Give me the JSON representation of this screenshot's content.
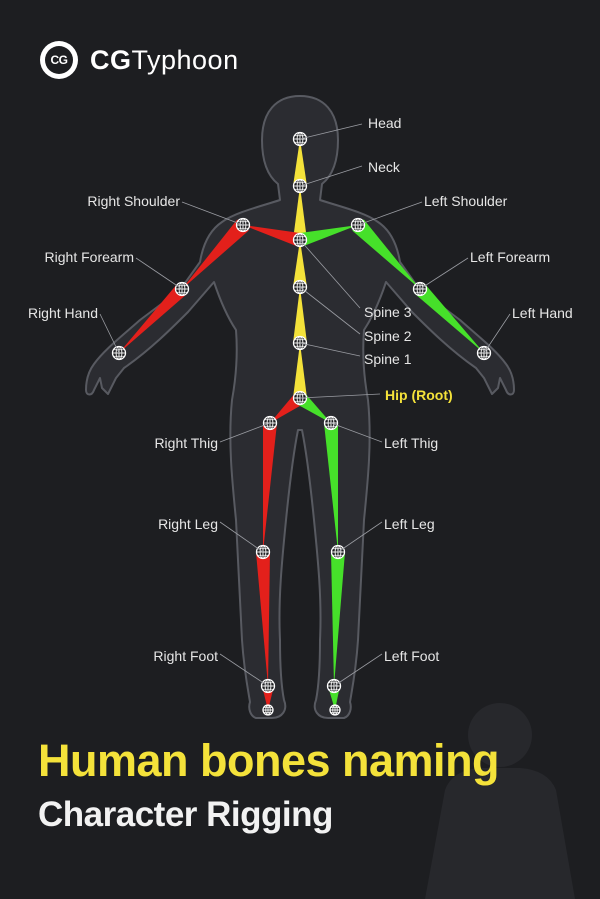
{
  "brand": {
    "prefix": "CG",
    "suffix": "Typhoon",
    "logo_text": "CG"
  },
  "title": "Human bones naming",
  "subtitle": "Character Rigging",
  "colors": {
    "background": "#1d1e21",
    "silhouette": "#2b2c31",
    "outline": "#585a61",
    "spine": "#f4e23a",
    "right": "#e3201b",
    "left": "#46e02a",
    "title": "#f4e23a",
    "label": "#e6e6e6",
    "hip_label": "#f4e23a"
  },
  "joints": [
    {
      "id": "head",
      "label": "Head"
    },
    {
      "id": "neck",
      "label": "Neck"
    },
    {
      "id": "right_shoulder",
      "label": "Right Shoulder"
    },
    {
      "id": "left_shoulder",
      "label": "Left Shoulder"
    },
    {
      "id": "right_forearm",
      "label": "Right Forearm"
    },
    {
      "id": "left_forearm",
      "label": "Left Forearm"
    },
    {
      "id": "right_hand",
      "label": "Right Hand"
    },
    {
      "id": "left_hand",
      "label": "Left Hand"
    },
    {
      "id": "spine3",
      "label": "Spine 3"
    },
    {
      "id": "spine2",
      "label": "Spine 2"
    },
    {
      "id": "spine1",
      "label": "Spine 1"
    },
    {
      "id": "hip",
      "label": "Hip (Root)"
    },
    {
      "id": "right_thigh",
      "label": "Right Thig"
    },
    {
      "id": "left_thigh",
      "label": "Left Thig"
    },
    {
      "id": "right_leg",
      "label": "Right Leg"
    },
    {
      "id": "left_leg",
      "label": "Left Leg"
    },
    {
      "id": "right_foot",
      "label": "Right Foot"
    },
    {
      "id": "left_foot",
      "label": "Left Foot"
    }
  ]
}
